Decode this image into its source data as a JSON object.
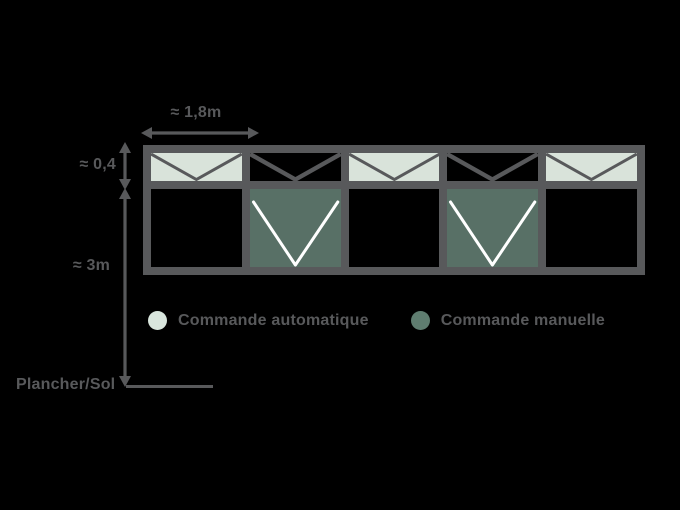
{
  "diagram": {
    "dimension_labels": {
      "bay_width": "≈ 1,8m",
      "transom_height": "≈ 0,4",
      "wall_height": "≈ 3m",
      "floor": "Plancher/Sol"
    },
    "legend": {
      "items": [
        {
          "key": "auto",
          "label": "Commande automatique",
          "color": "#d9e6dd"
        },
        {
          "key": "manual",
          "label": "Commande manuelle",
          "color": "#5f7d70"
        }
      ]
    },
    "colors": {
      "background": "#000000",
      "frame": "#58595b",
      "text": "#58595b",
      "auto_vent_fill": "#d9e3da",
      "manual_vent_fill": "#587066",
      "opening_line": "#ffffff"
    },
    "facade": {
      "bays": [
        {
          "transom": "auto",
          "panel": "plain"
        },
        {
          "transom": "plain",
          "panel": "manual"
        },
        {
          "transom": "auto",
          "panel": "plain"
        },
        {
          "transom": "plain",
          "panel": "manual"
        },
        {
          "transom": "auto",
          "panel": "plain"
        }
      ]
    }
  }
}
